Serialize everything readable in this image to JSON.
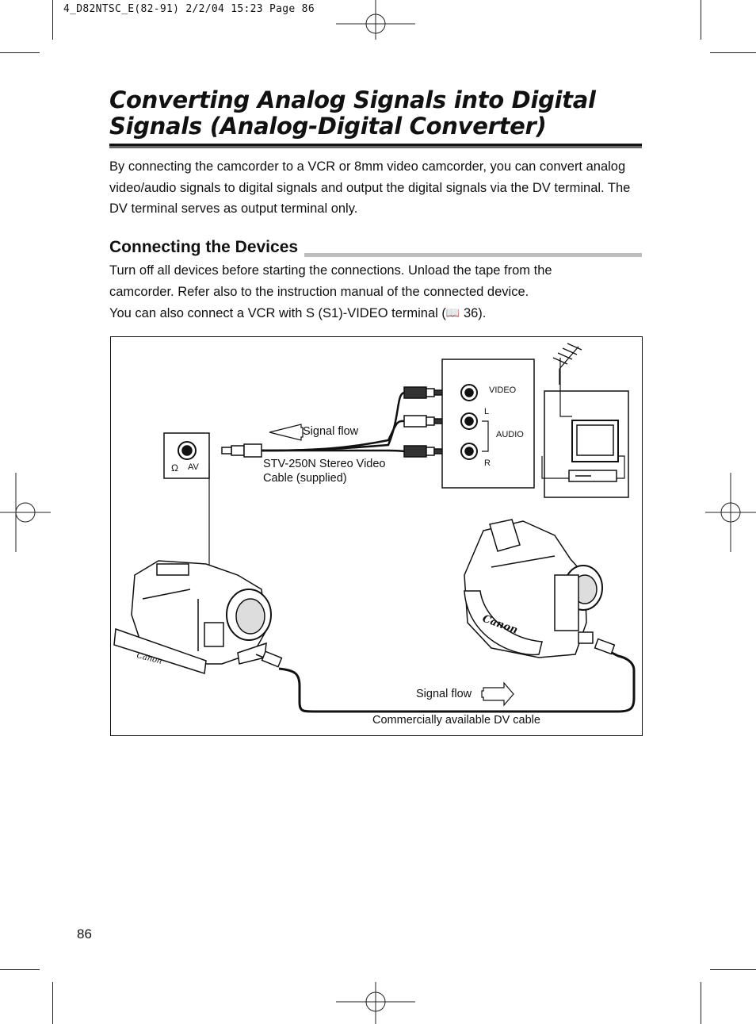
{
  "header": {
    "slug": "4_D82NTSC_E(82-91)  2/2/04 15:23  Page 86"
  },
  "title": {
    "line1": "Converting Analog Signals into Digital",
    "line2": "Signals (Analog-Digital Converter)"
  },
  "intro": "By connecting the camcorder to a VCR or 8mm video camcorder, you can convert analog video/audio signals to digital signals and output the digital signals via the DV terminal. The DV terminal serves as output terminal only.",
  "section": {
    "title": "Connecting the Devices",
    "line1": "Turn off all devices before starting the connections. Unload the tape from the",
    "line2": "camcorder. Refer also to the instruction manual of the connected device.",
    "line3_before": "You can also connect a VCR with S (S1)-VIDEO terminal (",
    "line3_icon": "book-icon",
    "line3_page": "36",
    "line3_after": ")."
  },
  "figure": {
    "av_jack_label": "AV",
    "headphone_icon": "headphone-icon",
    "signal_flow_top": "Signal flow",
    "cable_line1": "STV-250N Stereo Video",
    "cable_line2": "Cable (supplied)",
    "vcr_video": "VIDEO",
    "vcr_l": "L",
    "vcr_audio": "AUDIO",
    "vcr_r": "R",
    "signal_flow_bottom": "Signal flow",
    "dv_cable": "Commercially available DV cable",
    "brand": "Canon"
  },
  "page_number": "86"
}
